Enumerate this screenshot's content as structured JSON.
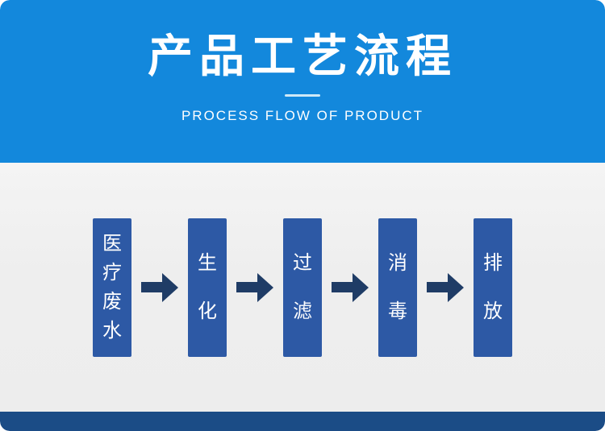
{
  "header": {
    "title": "产品工艺流程",
    "subtitle": "PROCESS FLOW OF PRODUCT"
  },
  "flow": {
    "steps": [
      {
        "label": "医疗废水"
      },
      {
        "label": "生化"
      },
      {
        "label": "过滤"
      },
      {
        "label": "消毒"
      },
      {
        "label": "排放"
      }
    ],
    "connector_icon": "arrow-right"
  },
  "colors": {
    "header_bg": "#1388dc",
    "divider": "#cfe9f7",
    "body_bg": "#eeeeee",
    "step_bg": "#2d59a5",
    "arrow": "#1f3c66",
    "footer_bg": "#1b4c86"
  }
}
